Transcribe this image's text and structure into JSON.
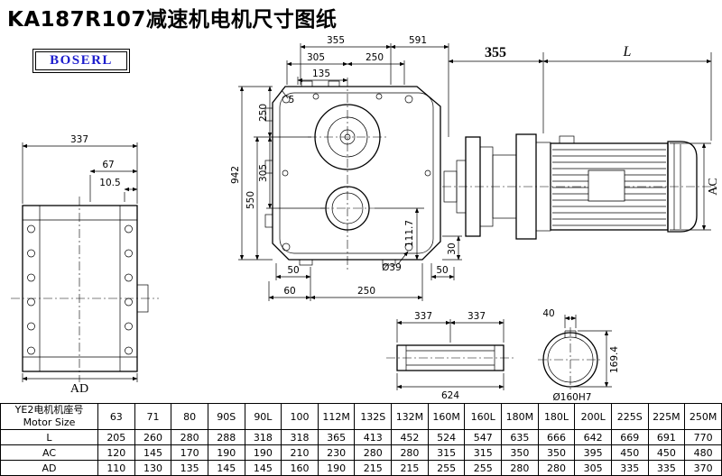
{
  "page": {
    "title": "KA187R107减速机电机尺寸图纸",
    "logo_text": "BOSERL",
    "logo_color": "#1c1ccd",
    "line_color": "#000000",
    "background": "#ffffff"
  },
  "drawing": {
    "front": {
      "w355": "355",
      "w591": "591",
      "w305": "305",
      "w250": "250",
      "w135": "135",
      "h942": "942",
      "h550": "550",
      "h305": "305",
      "h250": "250",
      "h5": "5",
      "h111_7": "111.7",
      "b50l": "50",
      "b60": "60",
      "b250": "250",
      "dia39": "Ø39",
      "b50r": "50",
      "h30": "30"
    },
    "motor": {
      "d355": "355",
      "L": "L",
      "AC": "AC"
    },
    "side": {
      "w337": "337",
      "d67": "67",
      "d10_5": "10.5",
      "AD": "AD"
    },
    "shaft": {
      "a337": "337",
      "b337": "337",
      "total624": "624"
    },
    "bore": {
      "k40": "40",
      "h169_4": "169.4",
      "label": "Ø160H7"
    }
  },
  "table": {
    "row_header_line1": "YE2电机机座号",
    "row_header_line2": "Motor Size",
    "columns": [
      "63",
      "71",
      "80",
      "90S",
      "90L",
      "100",
      "112M",
      "132S",
      "132M",
      "160M",
      "160L",
      "180M",
      "180L",
      "200L",
      "225S",
      "225M",
      "250M"
    ],
    "rows": [
      {
        "label": "L",
        "values": [
          "205",
          "260",
          "280",
          "288",
          "318",
          "318",
          "365",
          "413",
          "452",
          "524",
          "547",
          "635",
          "666",
          "642",
          "669",
          "691",
          "770"
        ]
      },
      {
        "label": "AC",
        "values": [
          "120",
          "145",
          "170",
          "190",
          "190",
          "210",
          "230",
          "280",
          "280",
          "315",
          "315",
          "350",
          "350",
          "395",
          "450",
          "450",
          "480"
        ]
      },
      {
        "label": "AD",
        "values": [
          "110",
          "130",
          "135",
          "145",
          "145",
          "160",
          "190",
          "215",
          "215",
          "255",
          "255",
          "280",
          "280",
          "305",
          "335",
          "335",
          "370"
        ]
      }
    ]
  }
}
